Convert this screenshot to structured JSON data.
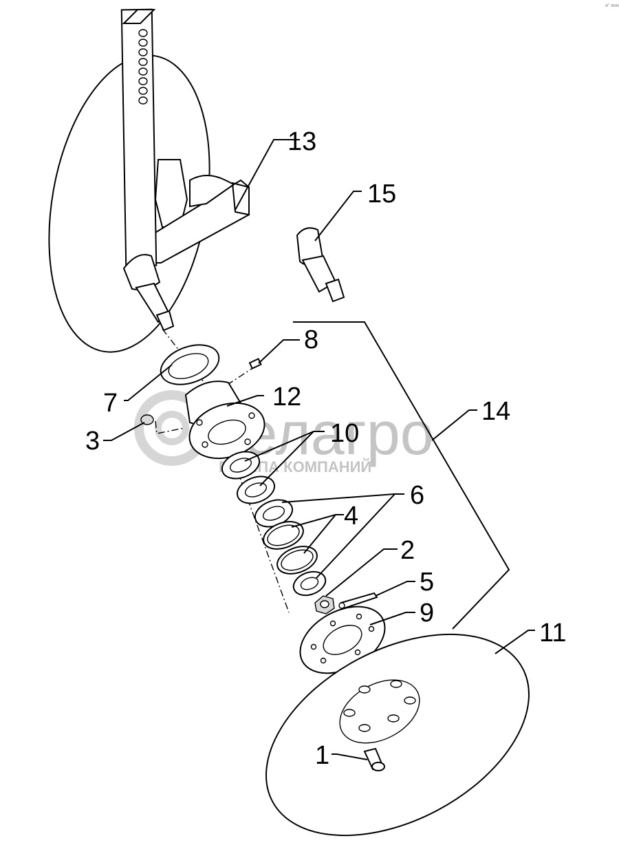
{
  "corner_mark": "а° вою",
  "watermark": {
    "brand": "белагро",
    "subtitle": "ГРУППА КОМПАНИЙ"
  },
  "callouts": {
    "c1": "1",
    "c2": "2",
    "c3": "3",
    "c4": "4",
    "c5": "5",
    "c6": "6",
    "c7": "7",
    "c8": "8",
    "c9": "9",
    "c10": "10",
    "c11": "11",
    "c12": "12",
    "c13": "13",
    "c14": "14",
    "c15": "15"
  }
}
